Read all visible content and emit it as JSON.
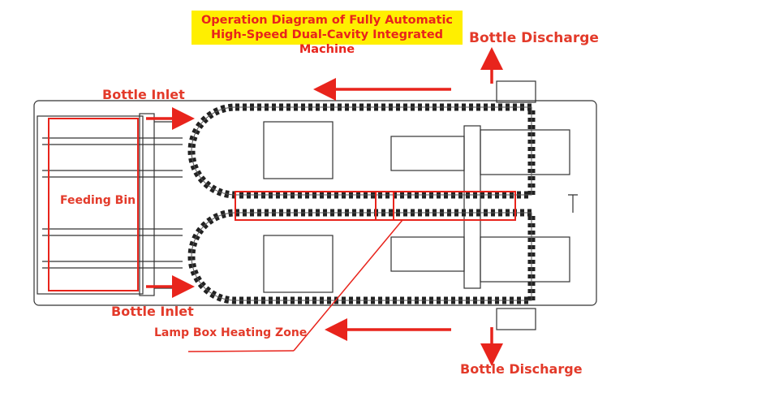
{
  "title": {
    "line1": "Operation Diagram of Fully Automatic",
    "line2": "High-Speed Dual-Cavity Integrated Machine"
  },
  "labels": {
    "discharge_top": "Bottle Discharge",
    "inlet_top": "Bottle Inlet",
    "feeding_bin": "Feeding Bin",
    "inlet_bottom": "Bottle Inlet",
    "heating_zone": "Lamp Box Heating Zone",
    "discharge_bottom": "Bottle Discharge"
  },
  "colors": {
    "accent": "#e8241c",
    "title_bg": "#ffef00",
    "label_text": "#e33a2a",
    "line_art": "#333333"
  }
}
